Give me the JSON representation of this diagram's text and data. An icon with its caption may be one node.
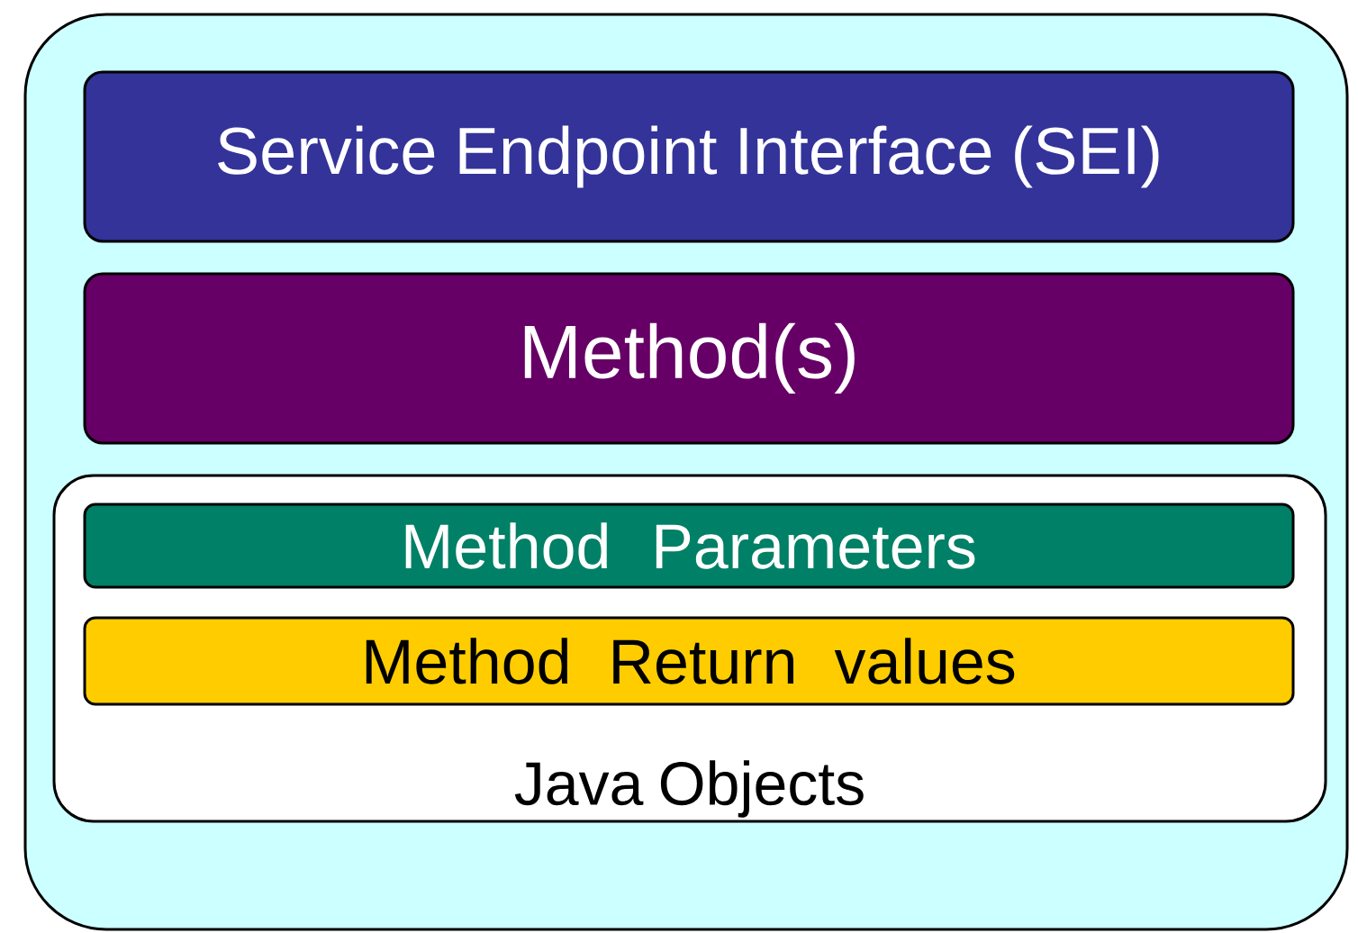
{
  "diagram": {
    "nodes": [
      {
        "text": [],
        "shape": "box"
      },
      {
        "text": [
          "Service Endpoint Interface (SEI)"
        ],
        "in": 0
      },
      {
        "text": [
          "Method(s)"
        ],
        "in": 0
      },
      {
        "text": [
          "Java Objects"
        ],
        "in": 0
      },
      {
        "text": [
          "Method Parameters"
        ],
        "in": 3
      },
      {
        "text": [
          "Method Return values"
        ],
        "in": 3
      }
    ]
  }
}
